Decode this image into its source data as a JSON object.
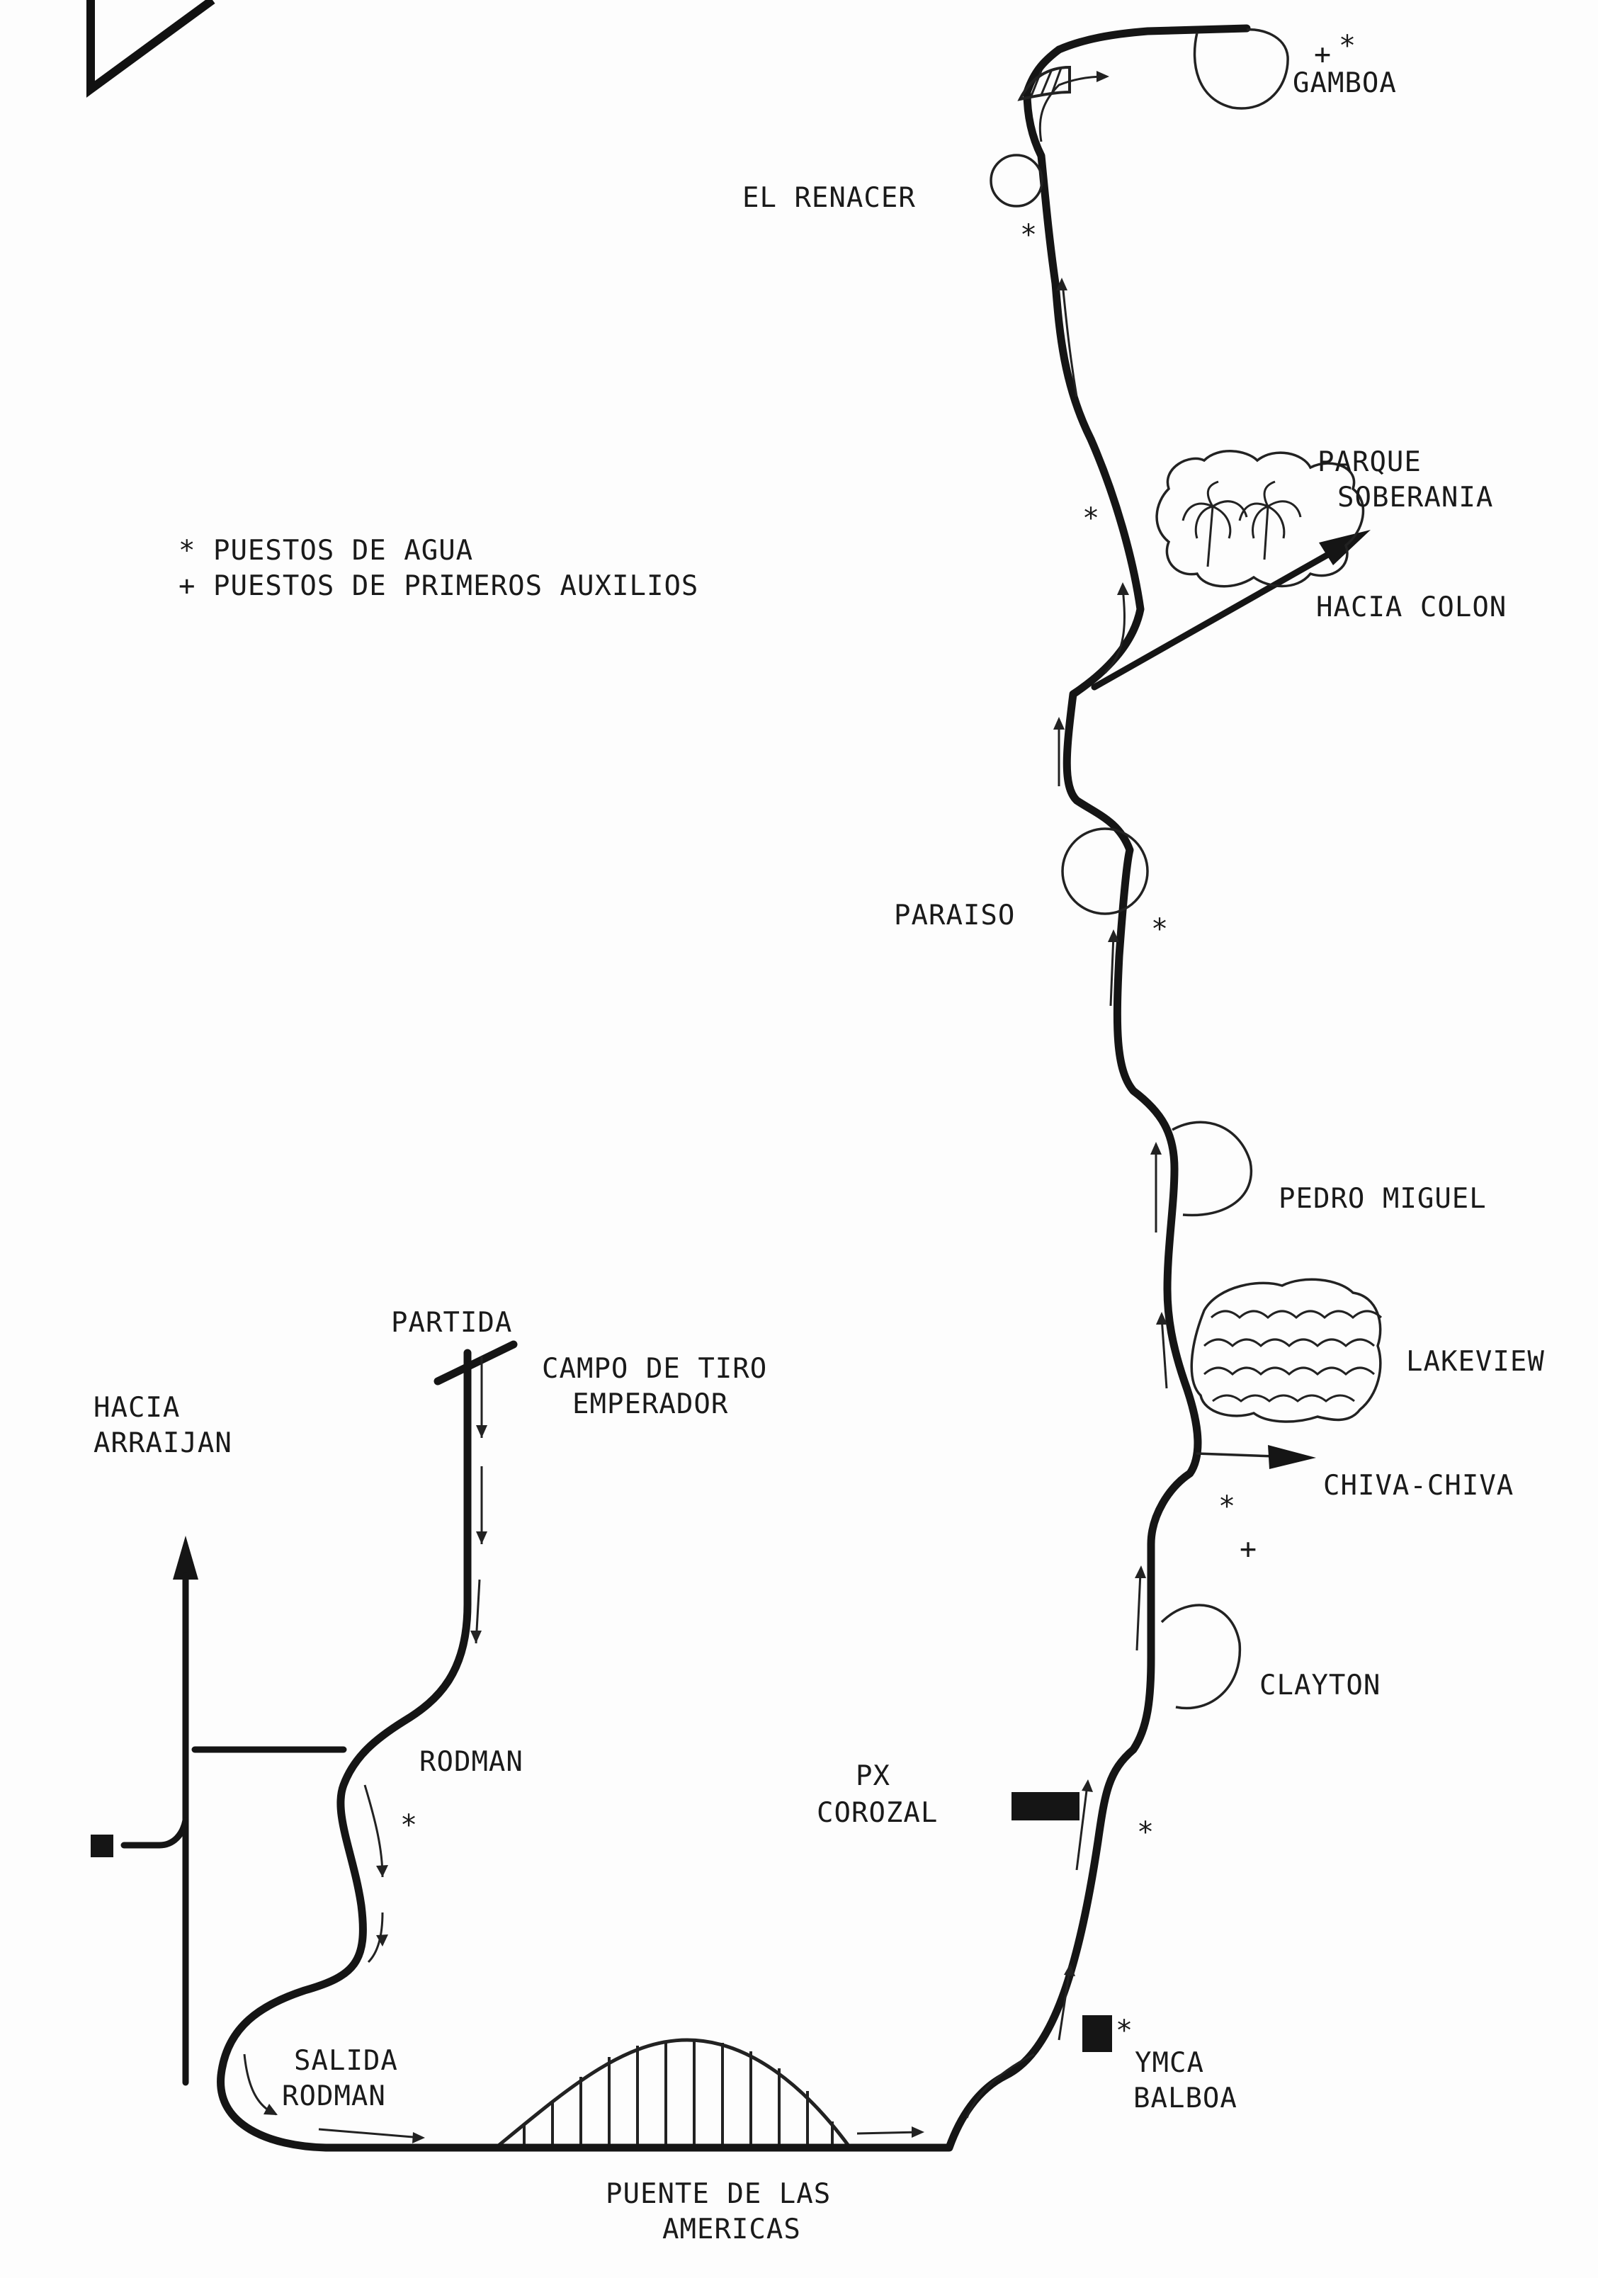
{
  "legend": {
    "water": "* PUESTOS DE AGUA",
    "first_aid": "+ PUESTOS DE PRIMEROS AUXILIOS"
  },
  "markers": {
    "water": "*",
    "first_aid": "+"
  },
  "labels": {
    "gamboa": "GAMBOA",
    "el_renacer": "EL RENACER",
    "parque_soberania_1": "PARQUE",
    "parque_soberania_2": "SOBERANIA",
    "hacia_colon": "HACIA COLON",
    "paraiso": "PARAISO",
    "pedro_miguel": "PEDRO MIGUEL",
    "lakeview": "LAKEVIEW",
    "chiva_chiva": "CHIVA-CHIVA",
    "clayton": "CLAYTON",
    "px": "PX",
    "corozal": "COROZAL",
    "ymca": "YMCA",
    "balboa": "BALBOA",
    "puente_1": "PUENTE DE LAS",
    "puente_2": "AMERICAS",
    "salida": "SALIDA",
    "rodman_exit": "RODMAN",
    "rodman": "RODMAN",
    "partida": "PARTIDA",
    "campo_de_tiro": "CAMPO DE TIRO",
    "emperador": "EMPERADOR",
    "hacia": "HACIA",
    "arraijan": "ARRAIJAN"
  }
}
